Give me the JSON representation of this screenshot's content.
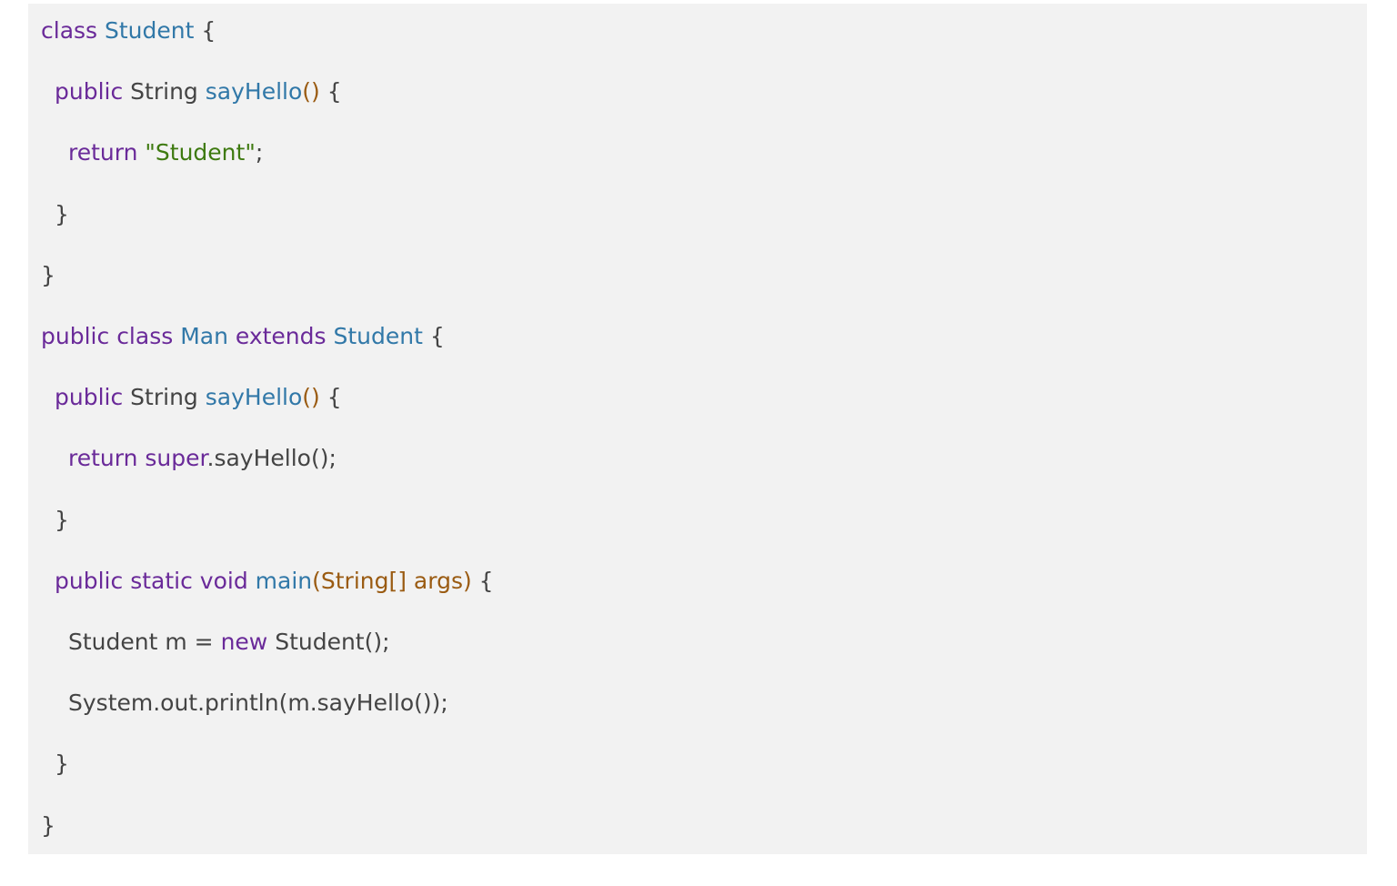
{
  "code": {
    "colors": {
      "keyword": "#6a2a99",
      "classname": "#3178a8",
      "function": "#3178a8",
      "params": "#9a5b12",
      "string": "#3e7a10",
      "plain": "#444444",
      "background": "#f2f2f2"
    },
    "lines": [
      {
        "indent": 0,
        "tokens": [
          {
            "text": "class",
            "kind": "keyword"
          },
          {
            "text": " ",
            "kind": "plain"
          },
          {
            "text": "Student",
            "kind": "classname"
          },
          {
            "text": " {",
            "kind": "plain"
          }
        ]
      },
      {
        "indent": 1,
        "tokens": [
          {
            "text": "public",
            "kind": "keyword"
          },
          {
            "text": " String ",
            "kind": "plain"
          },
          {
            "text": "sayHello",
            "kind": "function"
          },
          {
            "text": "()",
            "kind": "params"
          },
          {
            "text": " {",
            "kind": "plain"
          }
        ]
      },
      {
        "indent": 2,
        "tokens": [
          {
            "text": "return",
            "kind": "keyword"
          },
          {
            "text": " ",
            "kind": "plain"
          },
          {
            "text": "\"Student\"",
            "kind": "string"
          },
          {
            "text": ";",
            "kind": "plain"
          }
        ]
      },
      {
        "indent": 1,
        "tokens": [
          {
            "text": "}",
            "kind": "plain"
          }
        ]
      },
      {
        "indent": 0,
        "tokens": [
          {
            "text": "}",
            "kind": "plain"
          }
        ]
      },
      {
        "indent": 0,
        "tokens": [
          {
            "text": "public",
            "kind": "keyword"
          },
          {
            "text": " ",
            "kind": "plain"
          },
          {
            "text": "class",
            "kind": "keyword"
          },
          {
            "text": " ",
            "kind": "plain"
          },
          {
            "text": "Man",
            "kind": "classname"
          },
          {
            "text": " ",
            "kind": "plain"
          },
          {
            "text": "extends",
            "kind": "keyword"
          },
          {
            "text": " ",
            "kind": "plain"
          },
          {
            "text": "Student",
            "kind": "classname"
          },
          {
            "text": " {",
            "kind": "plain"
          }
        ]
      },
      {
        "indent": 1,
        "tokens": [
          {
            "text": "public",
            "kind": "keyword"
          },
          {
            "text": " String ",
            "kind": "plain"
          },
          {
            "text": "sayHello",
            "kind": "function"
          },
          {
            "text": "()",
            "kind": "params"
          },
          {
            "text": " {",
            "kind": "plain"
          }
        ]
      },
      {
        "indent": 2,
        "tokens": [
          {
            "text": "return",
            "kind": "keyword"
          },
          {
            "text": " ",
            "kind": "plain"
          },
          {
            "text": "super",
            "kind": "keyword"
          },
          {
            "text": ".sayHello();",
            "kind": "plain"
          }
        ]
      },
      {
        "indent": 1,
        "tokens": [
          {
            "text": "}",
            "kind": "plain"
          }
        ]
      },
      {
        "indent": 1,
        "tokens": [
          {
            "text": "public",
            "kind": "keyword"
          },
          {
            "text": " ",
            "kind": "plain"
          },
          {
            "text": "static",
            "kind": "keyword"
          },
          {
            "text": " ",
            "kind": "plain"
          },
          {
            "text": "void",
            "kind": "keyword"
          },
          {
            "text": " ",
            "kind": "plain"
          },
          {
            "text": "main",
            "kind": "function"
          },
          {
            "text": "(String[] args)",
            "kind": "params"
          },
          {
            "text": " {",
            "kind": "plain"
          }
        ]
      },
      {
        "indent": 2,
        "tokens": [
          {
            "text": "Student m = ",
            "kind": "plain"
          },
          {
            "text": "new",
            "kind": "keyword"
          },
          {
            "text": " Student();",
            "kind": "plain"
          }
        ]
      },
      {
        "indent": 2,
        "tokens": [
          {
            "text": "System.out.println(m.sayHello());",
            "kind": "plain"
          }
        ]
      },
      {
        "indent": 1,
        "tokens": [
          {
            "text": "}",
            "kind": "plain"
          }
        ]
      },
      {
        "indent": 0,
        "tokens": [
          {
            "text": "}",
            "kind": "plain"
          }
        ]
      }
    ]
  }
}
